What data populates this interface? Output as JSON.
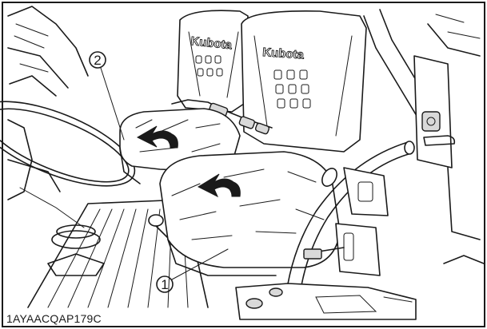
{
  "figure": {
    "code": "1AYAACQAP179C",
    "brand": "Kubota",
    "callouts": [
      {
        "number": "1",
        "target": "driver-seat-cushion"
      },
      {
        "number": "2",
        "target": "passenger-seat-cushion"
      }
    ],
    "arrows": [
      {
        "name": "lift-arrow-passenger-seat",
        "meaning": "lift seat cushion"
      },
      {
        "name": "lift-arrow-driver-seat",
        "meaning": "lift seat cushion"
      }
    ]
  }
}
